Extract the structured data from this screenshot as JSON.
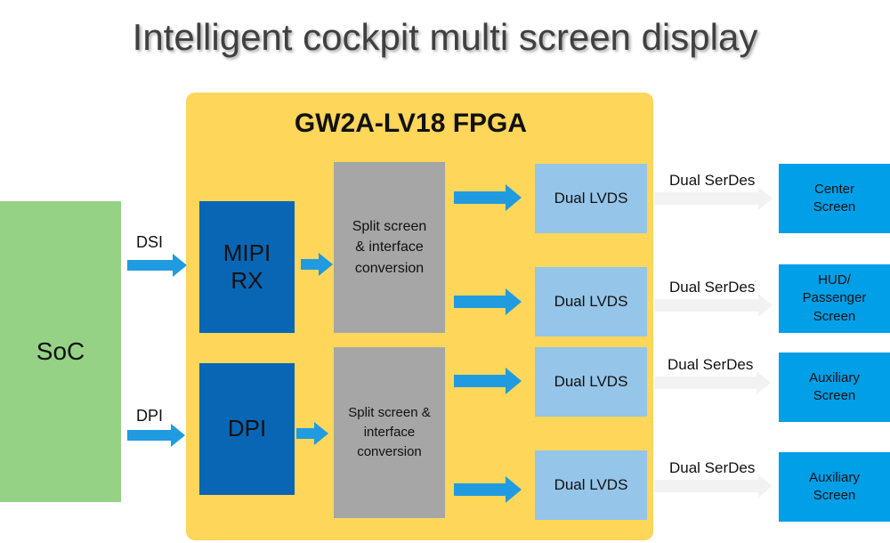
{
  "title": "Intelligent cockpit multi screen display",
  "fpga": {
    "label": "GW2A-LV18 FPGA"
  },
  "soc": {
    "label": "SoC"
  },
  "inputs": {
    "dsi": "DSI",
    "dpi": "DPI"
  },
  "receivers": {
    "mipi": "MIPI\nRX",
    "dpi": "DPI"
  },
  "converters": {
    "top": "Split screen\n& interface\nconversion",
    "bottom": "Split screen &\ninterface\nconversion"
  },
  "lvds": [
    "Dual LVDS",
    "Dual LVDS",
    "Dual LVDS",
    "Dual LVDS"
  ],
  "links": [
    "Dual SerDes",
    "Dual SerDes",
    "Dual SerDes",
    "Dual SerDes"
  ],
  "screens": [
    "Center\nScreen",
    "HUD/\nPassenger\nScreen",
    "Auxiliary\nScreen",
    "Auxiliary\nScreen"
  ],
  "colors": {
    "fpga": "#fdd65a",
    "soc": "#95d285",
    "receiver": "#0866b5",
    "converter": "#a6a6a6",
    "lvds": "#95c5e8",
    "screen": "#009fe7",
    "arrow": "#219be0",
    "link_arrow": "#f2f2f2"
  }
}
